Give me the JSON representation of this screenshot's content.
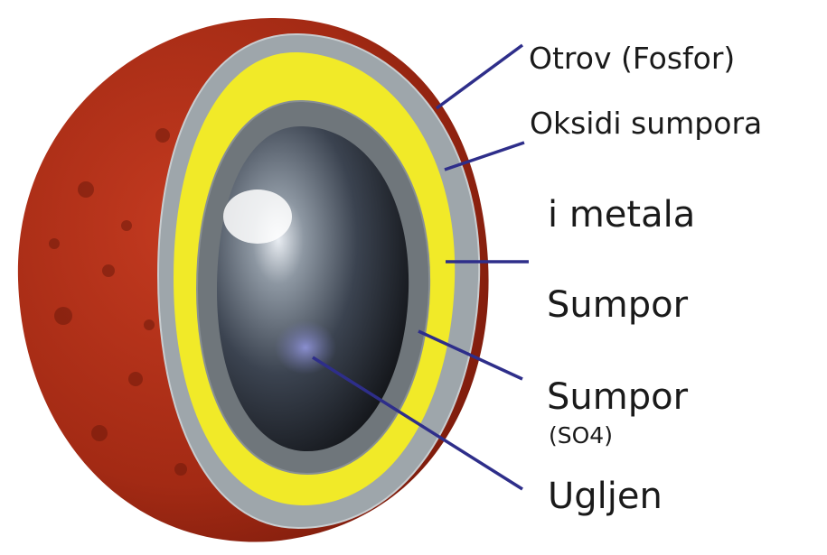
{
  "labels": {
    "otrov": "Otrov (Fosfor)",
    "oksidi": "Oksidi sumpora",
    "metala": "i metala",
    "sumpor_outer": "Sumpor",
    "sumpor_inner": "Sumpor",
    "so4": "(SO4)",
    "ugljen": "Ugljen"
  },
  "colors": {
    "outer_shell": "#a32a14",
    "gray_layer": "#9aa3a8",
    "yellow_layer": "#f2ec2a",
    "dark_gray_layer": "#6b7277",
    "core": "#1c2026",
    "leader_line": "#2e2e8a"
  }
}
